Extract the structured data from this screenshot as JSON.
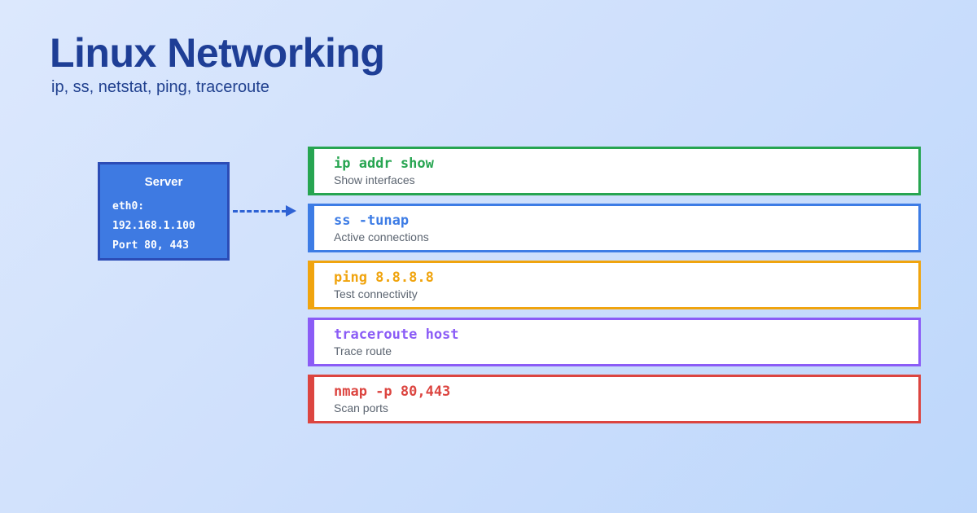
{
  "page": {
    "title": "Linux Networking",
    "subtitle": "ip, ss, netstat, ping, traceroute"
  },
  "server": {
    "title": "Server",
    "lines": [
      "eth0:",
      "192.168.1.100",
      "Port 80, 443"
    ],
    "fill_color": "#3e7ae2",
    "border_color": "#2b4cb6"
  },
  "arrow": {
    "color": "#2e62d4",
    "style": "dashed-right"
  },
  "commands": [
    {
      "command": "ip addr show",
      "description": "Show interfaces",
      "color": "#27a551"
    },
    {
      "command": "ss -tunap",
      "description": "Active connections",
      "color": "#3d7ce5"
    },
    {
      "command": "ping 8.8.8.8",
      "description": "Test connectivity",
      "color": "#f0a40e"
    },
    {
      "command": "traceroute host",
      "description": "Trace route",
      "color": "#8b5cf6"
    },
    {
      "command": "nmap -p 80,443",
      "description": "Scan ports",
      "color": "#dc4540"
    }
  ],
  "colors": {
    "title": "#1e3e96",
    "subtitle": "#21418f",
    "description_text": "#5b6470",
    "background_start": "#dce8fd",
    "background_end": "#bdd7fb"
  }
}
